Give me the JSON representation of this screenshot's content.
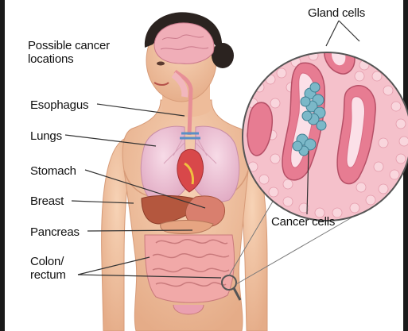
{
  "title": {
    "line1": "Possible cancer",
    "line2": "locations"
  },
  "labels": {
    "esophagus": "Esophagus",
    "lungs": "Lungs",
    "stomach": "Stomach",
    "breast": "Breast",
    "pancreas": "Pancreas",
    "colon_line1": "Colon/",
    "colon_line2": "rectum",
    "gland_cells": "Gland cells",
    "cancer_cells": "Cancer cells"
  },
  "colors": {
    "skin": "#f2c6a5",
    "skin_shadow": "#e3a984",
    "hair": "#2b2320",
    "lungs": "#eec4d6",
    "heart": "#d8484a",
    "liver": "#b4573e",
    "stomach": "#d97f6e",
    "intestine": "#f1a9a8",
    "tissue": "#f4b6c2",
    "gland": "#e77c92",
    "cancer": "#7bb8c8",
    "leader_line": "#333333"
  }
}
